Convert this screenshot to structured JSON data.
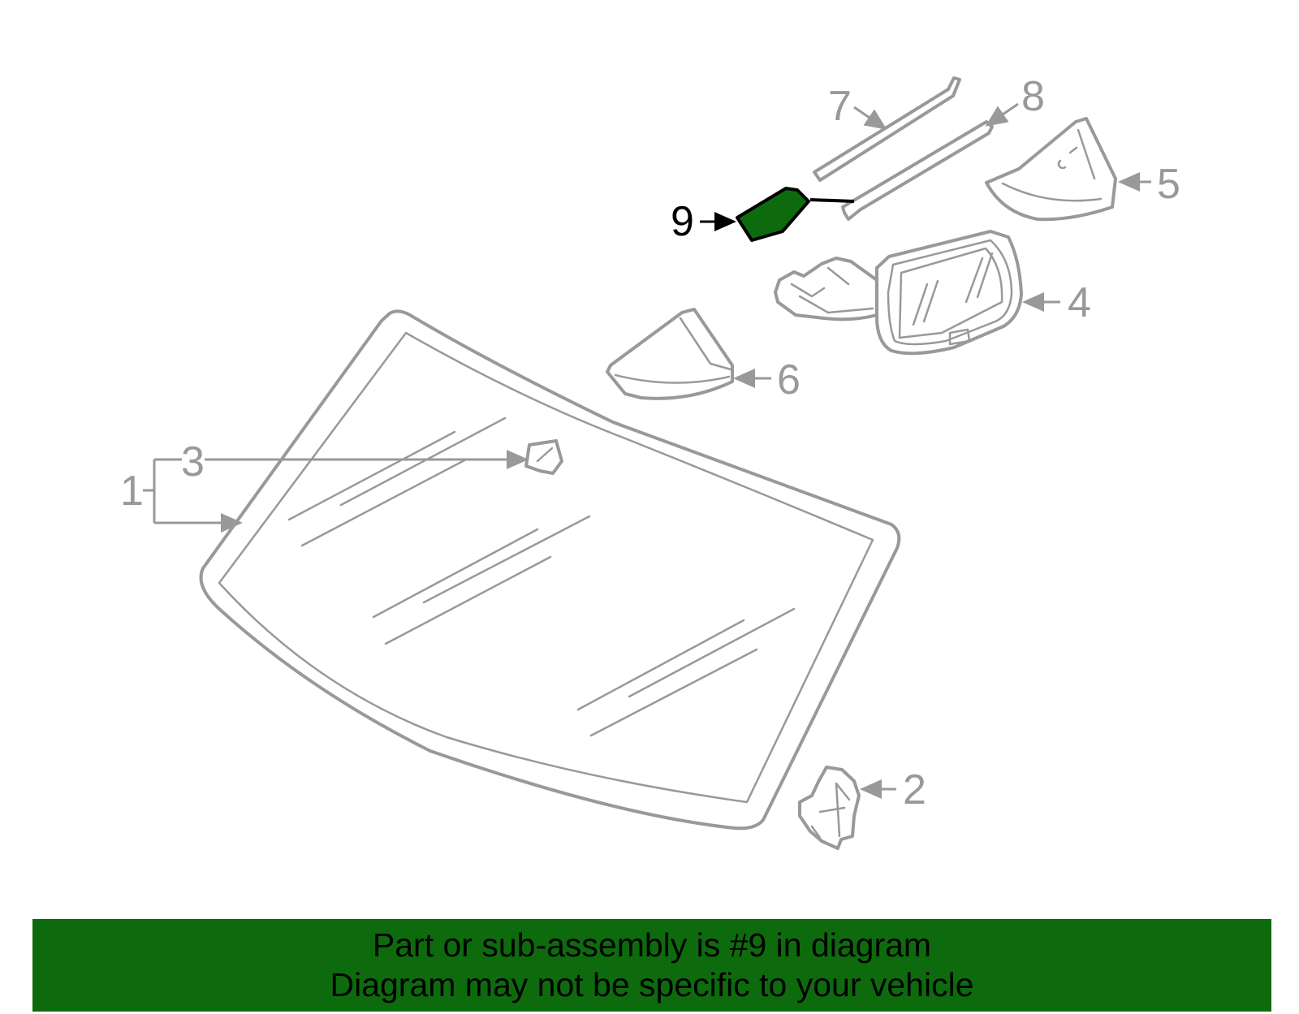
{
  "colors": {
    "line": "#999999",
    "highlight_fill": "#0d6b0d",
    "highlight_stroke": "#000000",
    "banner_bg": "#0d6b0d",
    "banner_text": "#000000"
  },
  "diagram": {
    "highlighted_part": "9",
    "callouts": [
      {
        "id": "1",
        "label": "1"
      },
      {
        "id": "2",
        "label": "2"
      },
      {
        "id": "3",
        "label": "3"
      },
      {
        "id": "4",
        "label": "4"
      },
      {
        "id": "5",
        "label": "5"
      },
      {
        "id": "6",
        "label": "6"
      },
      {
        "id": "7",
        "label": "7"
      },
      {
        "id": "8",
        "label": "8"
      },
      {
        "id": "9",
        "label": "9"
      }
    ]
  },
  "banner": {
    "line1": "Part or sub-assembly is #9 in diagram",
    "line2": "Diagram may not be specific to your vehicle"
  }
}
